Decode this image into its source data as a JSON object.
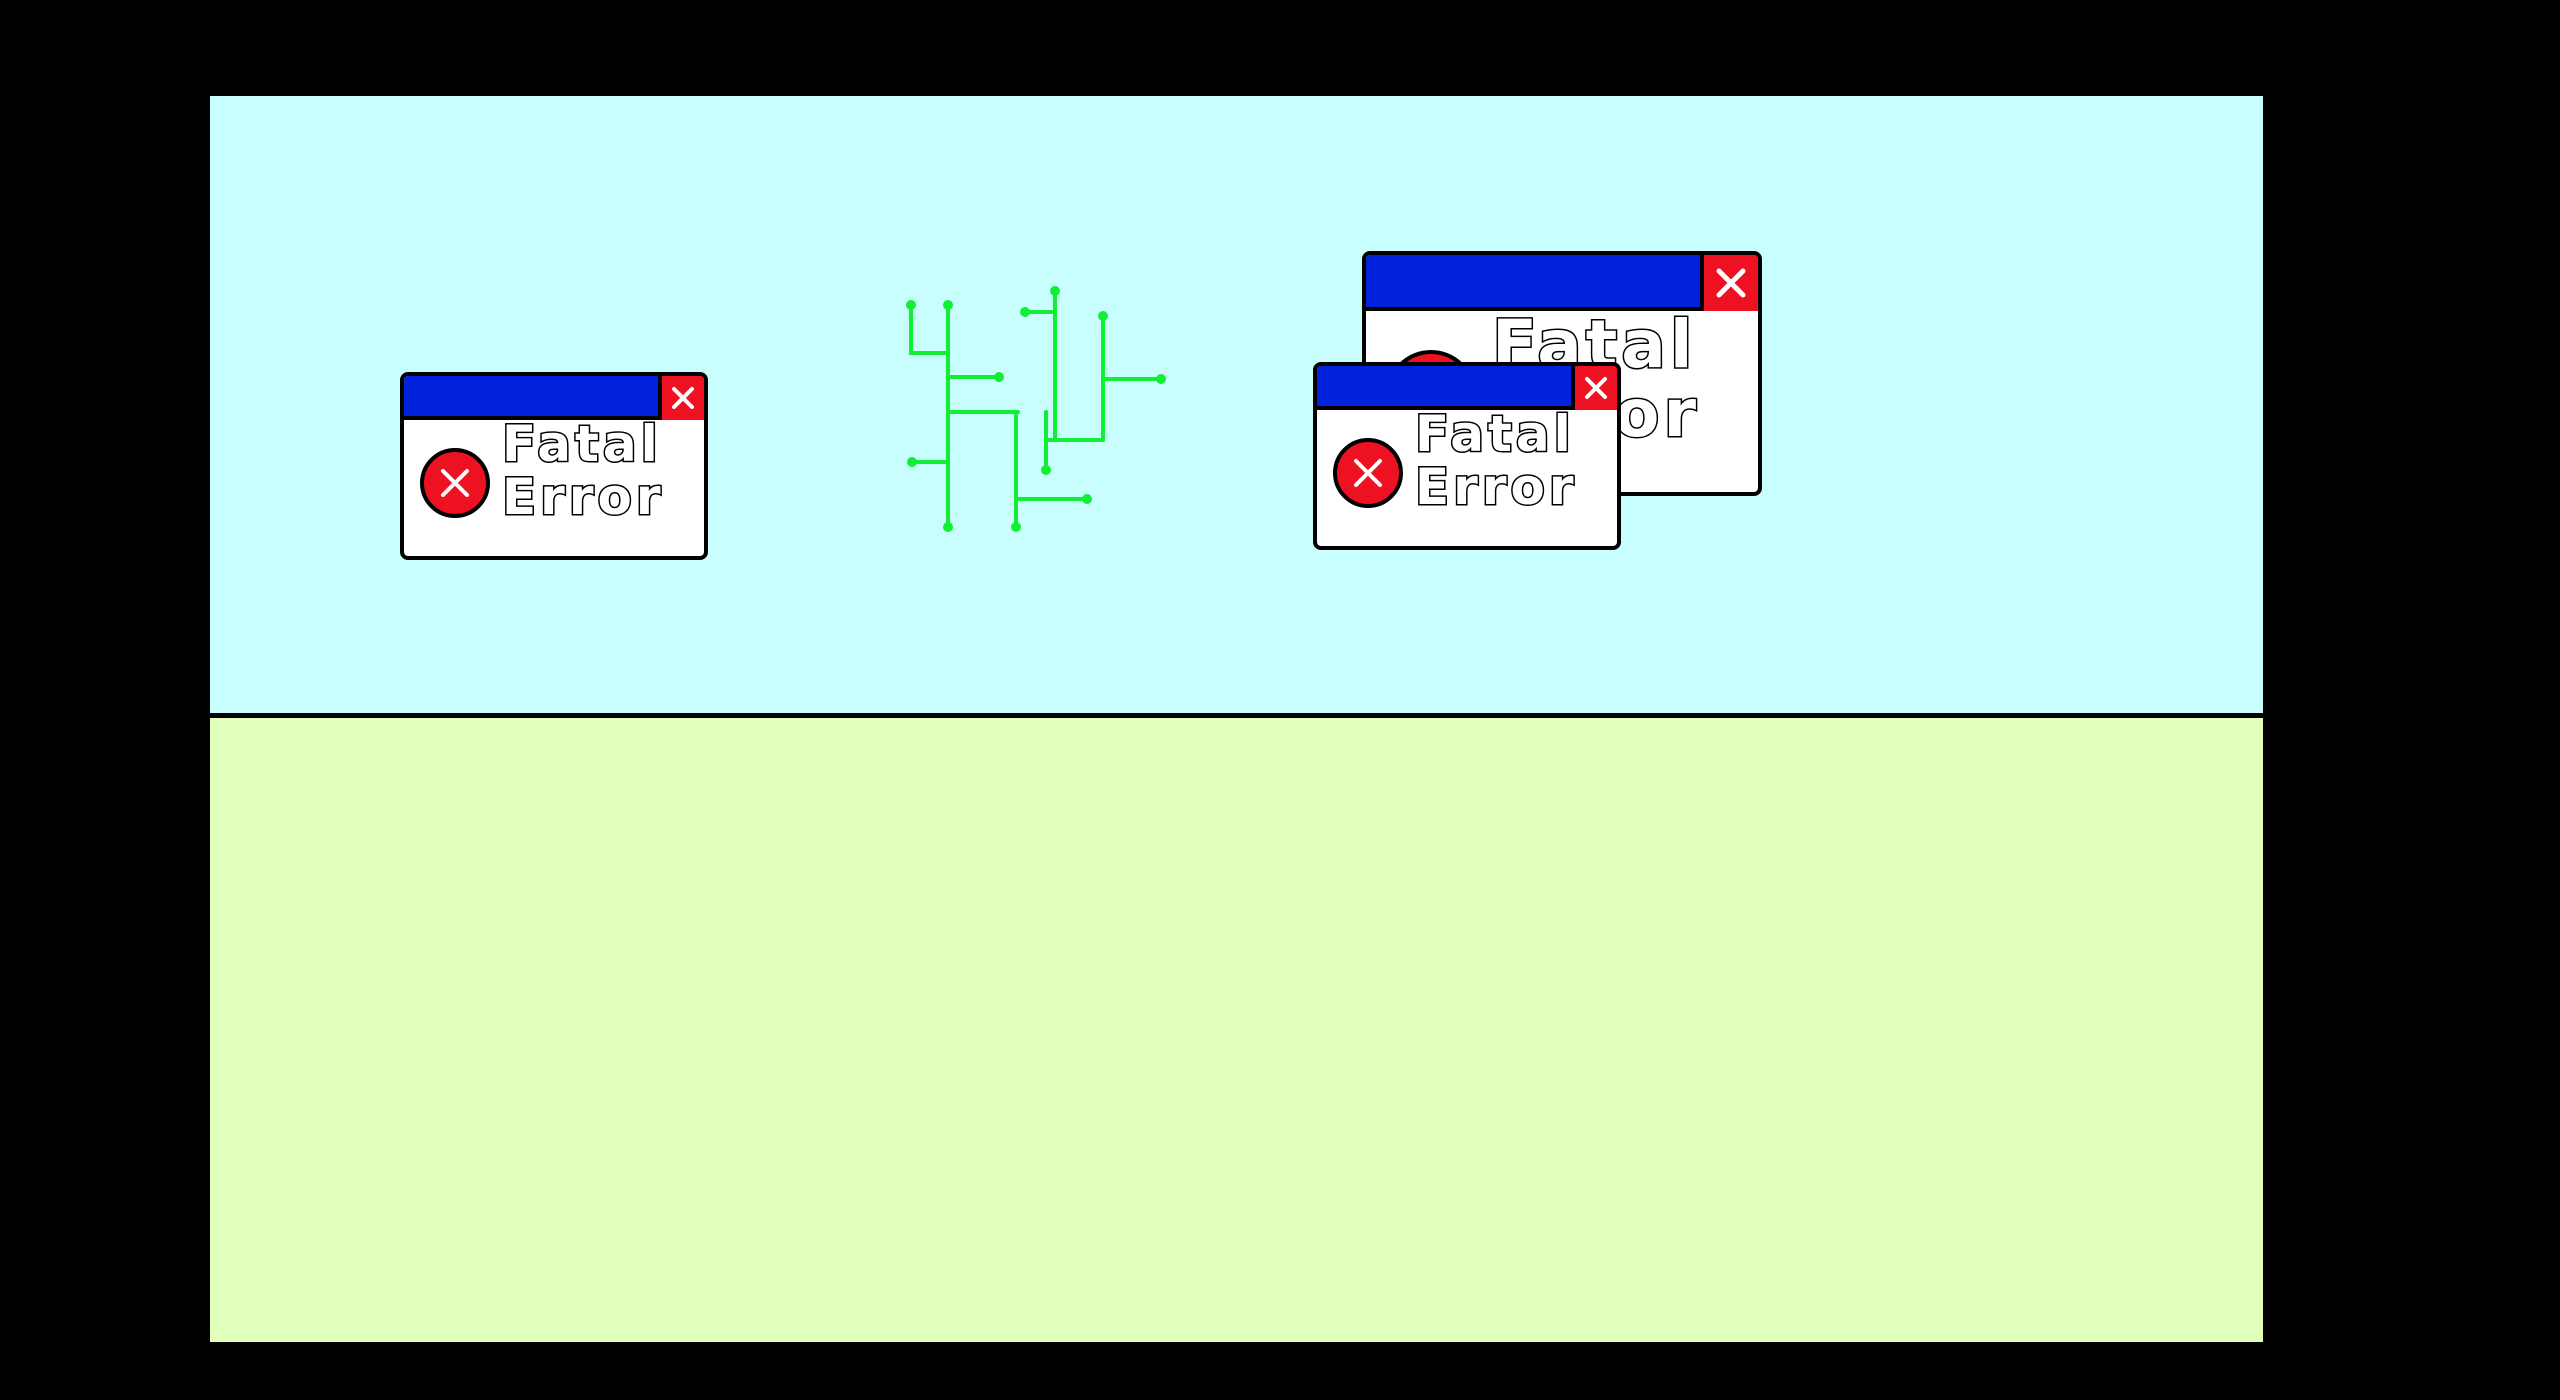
{
  "scene": {
    "colors": {
      "backdrop": "#000000",
      "sky": "#c8fffe",
      "ground": "#e0ffba",
      "circuit": "#11ee33",
      "titlebar": "#0022dd",
      "close": "#ee1122",
      "outline": "#000000"
    },
    "windows": [
      {
        "id": "fatal-error-window-1",
        "line1": "Fatal",
        "line2": "Error",
        "icon": "error-icon",
        "close_icon": "close-icon"
      },
      {
        "id": "fatal-error-window-2-back",
        "line1": "Fatal",
        "line2": "Error",
        "icon": "error-icon",
        "close_icon": "close-icon"
      },
      {
        "id": "fatal-error-window-3-front",
        "line1": "Fatal",
        "line2": "Error",
        "icon": "error-icon",
        "close_icon": "close-icon"
      }
    ],
    "decorations": [
      "circuit-tree-icon",
      "circuit-branch-icon"
    ]
  }
}
